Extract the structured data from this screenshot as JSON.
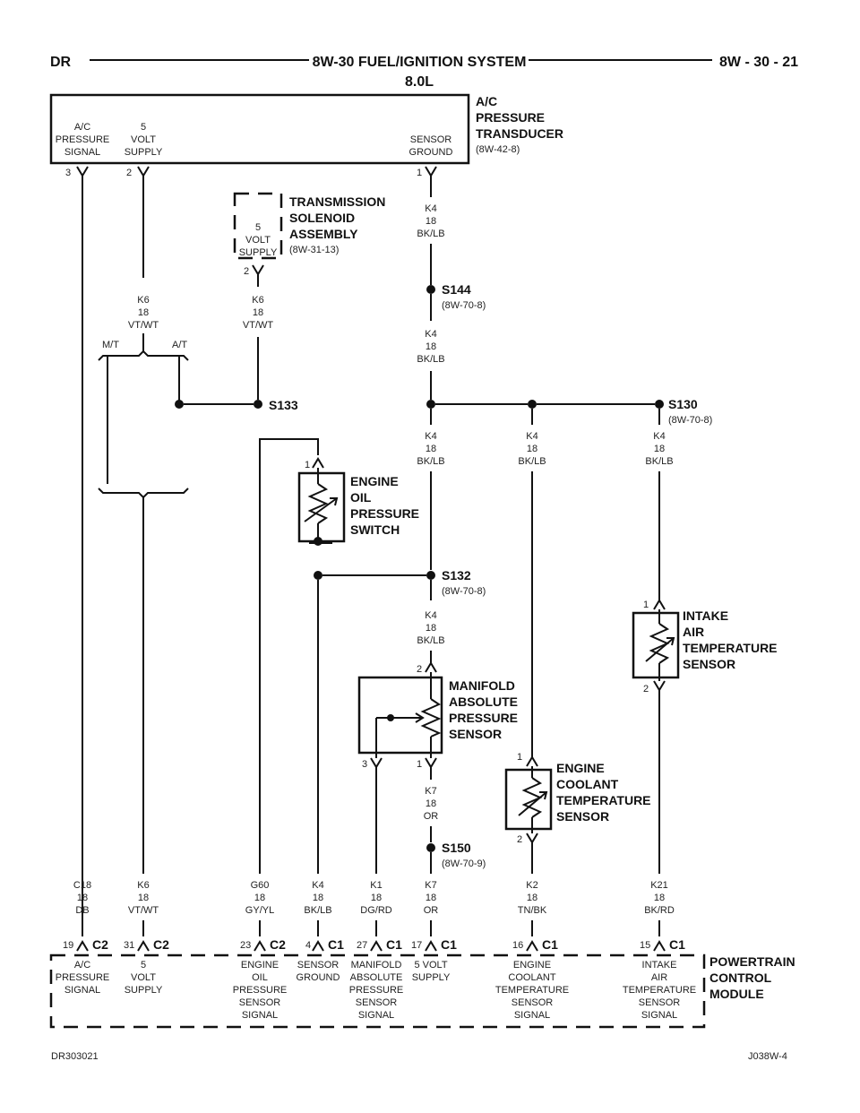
{
  "header": {
    "left": "DR",
    "title": "8W-30 FUEL/IGNITION SYSTEM",
    "subtitle": "8.0L",
    "page": "8W - 30 - 21"
  },
  "footer": {
    "left": "DR303021",
    "right": "J038W-4"
  },
  "components": {
    "ac_transducer": {
      "name": [
        "A/C",
        "PRESSURE",
        "TRANSDUCER"
      ],
      "ref": "(8W-42-8)",
      "pins": [
        {
          "num": "3",
          "label": [
            "A/C",
            "PRESSURE",
            "SIGNAL"
          ]
        },
        {
          "num": "2",
          "label": [
            "5",
            "VOLT",
            "SUPPLY"
          ]
        },
        {
          "num": "1",
          "label": [
            "SENSOR",
            "GROUND"
          ]
        }
      ]
    },
    "trans_solenoid": {
      "name": [
        "TRANSMISSION",
        "SOLENOID",
        "ASSEMBLY"
      ],
      "ref": "(8W-31-13)",
      "pin_num": "2",
      "pin_label": [
        "5",
        "VOLT",
        "SUPPLY"
      ]
    },
    "oil_switch": {
      "name": [
        "ENGINE",
        "OIL",
        "PRESSURE",
        "SWITCH"
      ],
      "pin": "1"
    },
    "map_sensor": {
      "name": [
        "MANIFOLD",
        "ABSOLUTE",
        "PRESSURE",
        "SENSOR"
      ],
      "pins": [
        "2",
        "3",
        "1"
      ]
    },
    "iat_sensor": {
      "name": [
        "INTAKE",
        "AIR",
        "TEMPERATURE",
        "SENSOR"
      ],
      "pins": [
        "1",
        "2"
      ]
    },
    "ect_sensor": {
      "name": [
        "ENGINE",
        "COOLANT",
        "TEMPERATURE",
        "SENSOR"
      ],
      "pins": [
        "1",
        "2"
      ]
    },
    "pcm": {
      "name": [
        "POWERTRAIN",
        "CONTROL",
        "MODULE"
      ],
      "pins": [
        {
          "num": "19",
          "conn": "C2",
          "label": [
            "A/C",
            "PRESSURE",
            "SIGNAL"
          ]
        },
        {
          "num": "31",
          "conn": "C2",
          "label": [
            "5",
            "VOLT",
            "SUPPLY"
          ]
        },
        {
          "num": "23",
          "conn": "C2",
          "label": [
            "ENGINE",
            "OIL",
            "PRESSURE",
            "SENSOR",
            "SIGNAL"
          ]
        },
        {
          "num": "4",
          "conn": "C1",
          "label": [
            "SENSOR",
            "GROUND"
          ]
        },
        {
          "num": "27",
          "conn": "C1",
          "label": [
            "MANIFOLD",
            "ABSOLUTE",
            "PRESSURE",
            "SENSOR",
            "SIGNAL"
          ]
        },
        {
          "num": "17",
          "conn": "C1",
          "label": [
            "5 VOLT",
            "SUPPLY"
          ]
        },
        {
          "num": "16",
          "conn": "C1",
          "label": [
            "ENGINE",
            "COOLANT",
            "TEMPERATURE",
            "SENSOR",
            "SIGNAL"
          ]
        },
        {
          "num": "15",
          "conn": "C1",
          "label": [
            "INTAKE",
            "AIR",
            "TEMPERATURE",
            "SENSOR",
            "SIGNAL"
          ]
        }
      ]
    }
  },
  "splices": {
    "s144": {
      "name": "S144",
      "ref": "(8W-70-8)"
    },
    "s133": {
      "name": "S133"
    },
    "s130": {
      "name": "S130",
      "ref": "(8W-70-8)"
    },
    "s132": {
      "name": "S132",
      "ref": "(8W-70-8)"
    },
    "s150": {
      "name": "S150",
      "ref": "(8W-70-9)"
    }
  },
  "wires": {
    "k4_top": [
      "K4",
      "18",
      "BK/LB"
    ],
    "k4_mid": [
      "K4",
      "18",
      "BK/LB"
    ],
    "k6_left": [
      "K6",
      "18",
      "VT/WT"
    ],
    "k6_trans": [
      "K6",
      "18",
      "VT/WT"
    ],
    "k4_a": [
      "K4",
      "18",
      "BK/LB"
    ],
    "k4_b": [
      "K4",
      "18",
      "BK/LB"
    ],
    "k4_c": [
      "K4",
      "18",
      "BK/LB"
    ],
    "k4_map": [
      "K4",
      "18",
      "BK/LB"
    ],
    "k7_map": [
      "K7",
      "18",
      "OR"
    ],
    "bottom": [
      [
        "C18",
        "18",
        "DB"
      ],
      [
        "K6",
        "18",
        "VT/WT"
      ],
      [
        "G60",
        "18",
        "GY/YL"
      ],
      [
        "K4",
        "18",
        "BK/LB"
      ],
      [
        "K1",
        "18",
        "DG/RD"
      ],
      [
        "K7",
        "18",
        "OR"
      ],
      [
        "K2",
        "18",
        "TN/BK"
      ],
      [
        "K21",
        "18",
        "BK/RD"
      ]
    ]
  },
  "options": {
    "mt": "M/T",
    "at": "A/T"
  }
}
